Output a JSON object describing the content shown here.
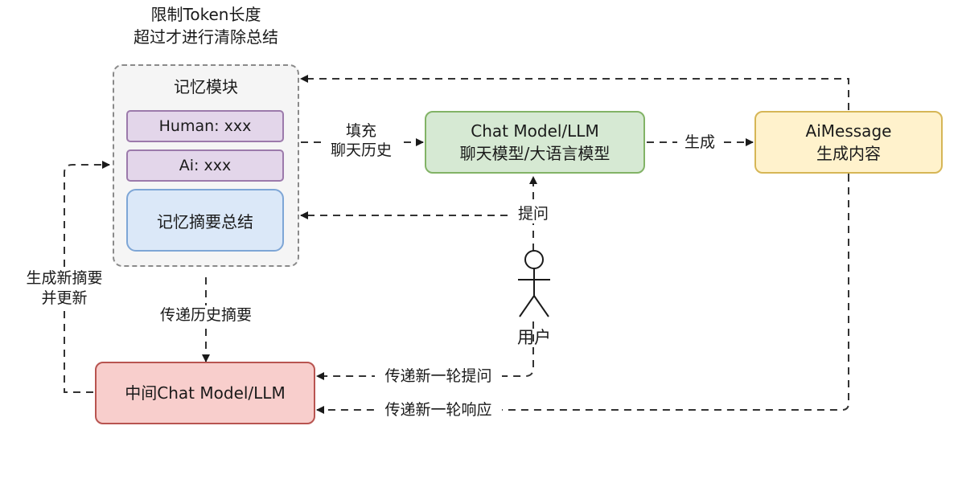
{
  "top_note": {
    "line1": "限制Token长度",
    "line2": "超过才进行清除总结"
  },
  "memory_module": {
    "title": "记忆模块",
    "human_msg": "Human: xxx",
    "ai_msg": "Ai: xxx",
    "summary": "记忆摘要总结"
  },
  "chat_model": {
    "line1": "Chat Model/LLM",
    "line2": "聊天模型/大语言模型"
  },
  "ai_message": {
    "line1": "AiMessage",
    "line2": "生成内容"
  },
  "middle_model": {
    "label": "中间Chat Model/LLM"
  },
  "user": {
    "label": "用户"
  },
  "edges": {
    "fill_history": {
      "line1": "填充",
      "line2": "聊天历史"
    },
    "generate": "生成",
    "ask": "提问",
    "pass_summary": "传递历史摘要",
    "new_summary": {
      "line1": "生成新摘要",
      "line2": "并更新"
    },
    "pass_question": "传递新一轮提问",
    "pass_response": "传递新一轮响应"
  }
}
